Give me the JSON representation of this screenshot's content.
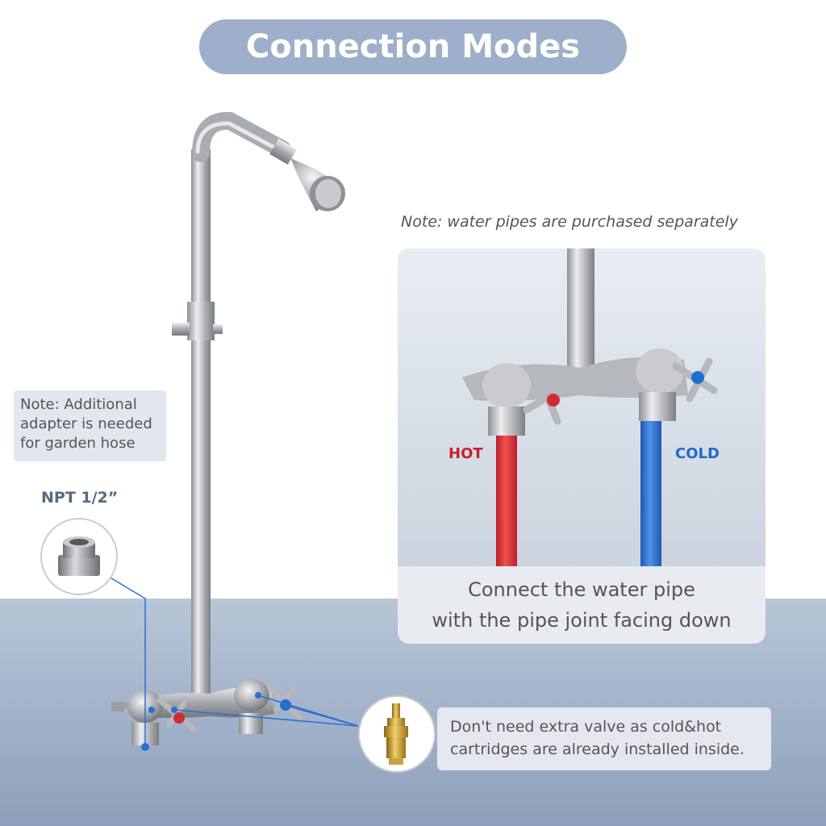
{
  "title": "Connection Modes",
  "note_pipes": "Note: water pipes are purchased separately",
  "note_adapter": {
    "line1": "Note: Additional",
    "line2": "adapter is needed",
    "line3": "for garden hose"
  },
  "npt_label": "NPT 1/2”",
  "inset": {
    "hot_label": "HOT",
    "cold_label": "COLD",
    "caption_line1": "Connect the water pipe",
    "caption_line2": "with the pipe joint facing down"
  },
  "note_cartridge": {
    "line1": "Don't need extra valve as cold&hot",
    "line2": "cartridges are already installed inside."
  },
  "colors": {
    "title_bg": "#9dafca",
    "hot": "#c8202b",
    "cold": "#1d6cc8",
    "chrome": "#b9bcc0"
  }
}
